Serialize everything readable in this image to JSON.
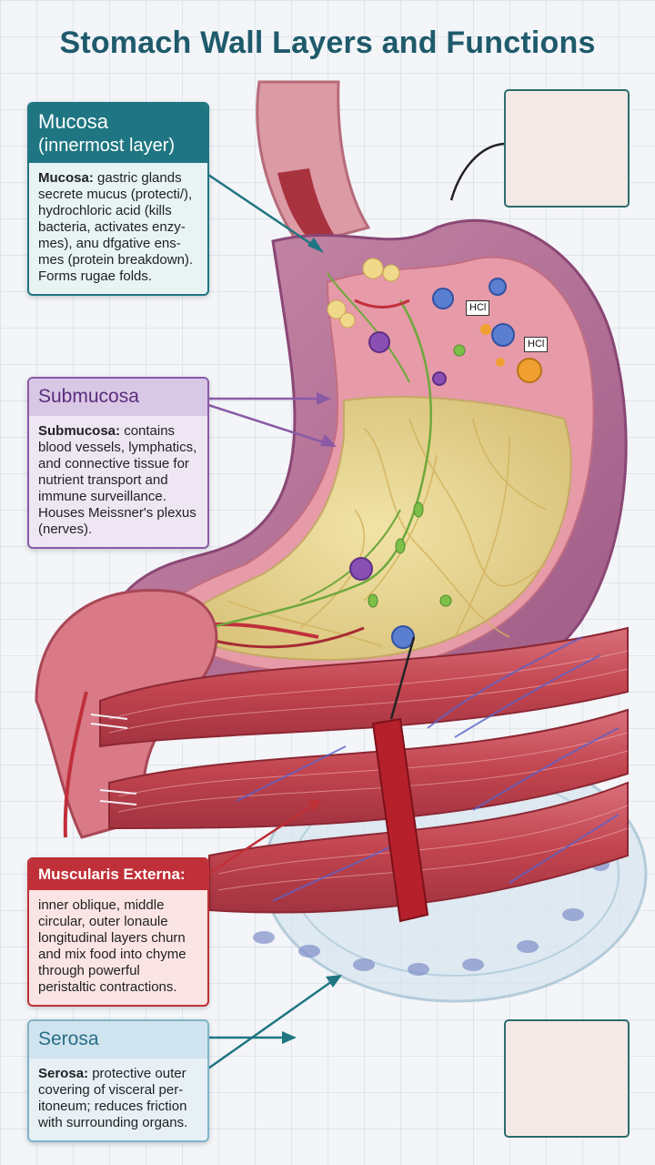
{
  "title": "Stomach Wall Layers and Functions",
  "labels": {
    "mucosa": {
      "heading": "Mucosa",
      "subheading": "(innermost layer)",
      "term": "Mucosa:",
      "text": "gastric glands secrete mucus (protecti/), hydrochloric acid (kills bacteria, activates enzy-mes), anu dfgative ens-mes (protein breakdown). Forms rugae folds."
    },
    "submucosa": {
      "heading": "Submucosa",
      "term": "Submucosa:",
      "text": "contains blood vessels, lymphatics, and connective tissue for nutrient transport and immune surveillance. Houses Meissner's plexus (nerves)."
    },
    "muscularis": {
      "heading": "Muscularis Externa:",
      "text": "inner oblique, middle circular, outer lonaule longitudinal layers churn and mix food into chyme through powerful peristaltic contractions."
    },
    "serosa": {
      "heading": "Serosa",
      "term": "Serosa:",
      "text": "protective outer covering of visceral per-itoneum; reduces friction with surrounding organs."
    }
  },
  "hcl_labels": [
    "HCl",
    "HCl"
  ],
  "colors": {
    "title": "#1e5a6b",
    "mucosa": "#1f7682",
    "submucosa": "#8a5aa6",
    "muscularis": "#c03038",
    "serosa": "#7fb3c9"
  }
}
